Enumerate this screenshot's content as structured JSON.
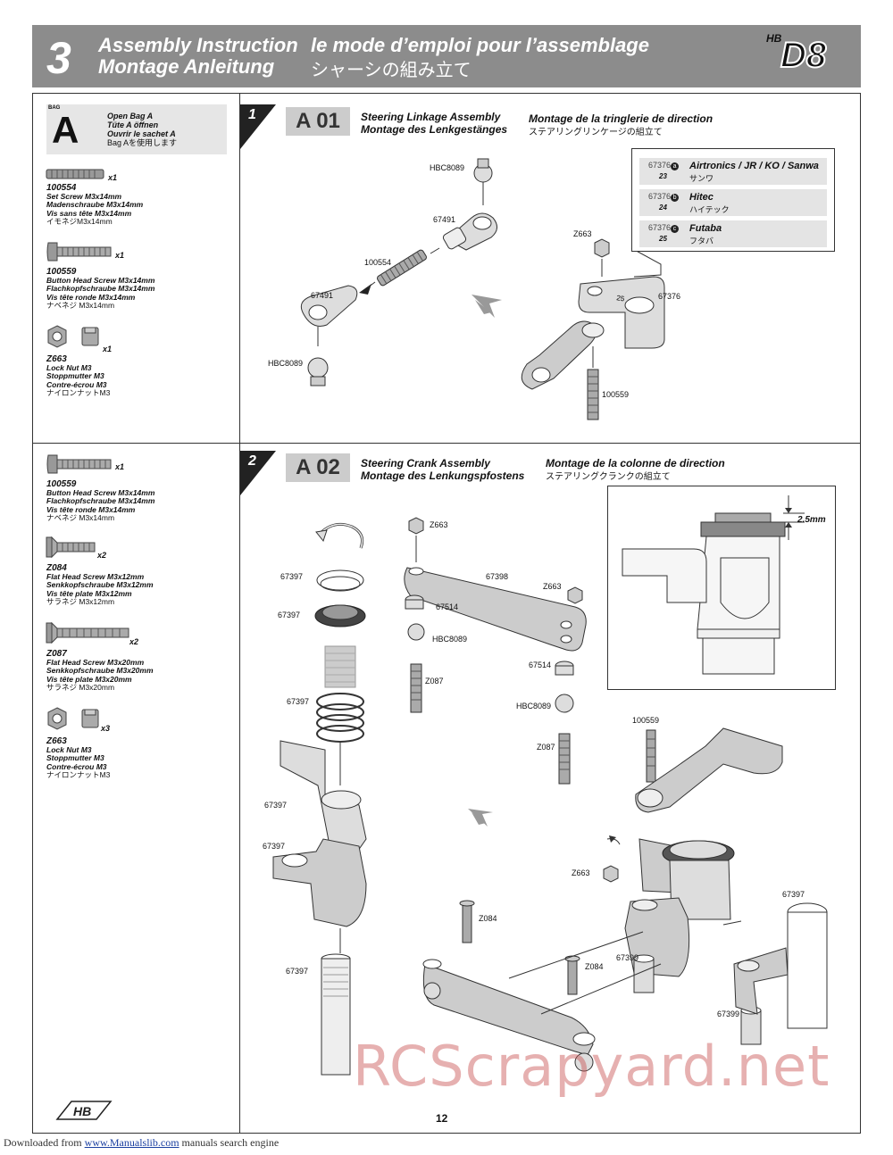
{
  "header": {
    "step": "3",
    "title_en": "Assembly Instruction",
    "title_de": "Montage Anleitung",
    "title_fr": "le mode d’emploi pour l’assemblage",
    "title_jp": "シャーシの組み立て",
    "logo": "D8",
    "logo_prefix": "HB"
  },
  "bag": {
    "small": "BAG",
    "letter": "A",
    "line1": "Open Bag A",
    "line2": "Tüte A öffnen",
    "line3": "Ouvrir le sachet A",
    "line4": "Bag Aを使用します"
  },
  "parts_a": [
    {
      "code": "100554",
      "qty": "x1",
      "n1": "Set Screw M3x14mm",
      "n2": "Madenschraube M3x14mm",
      "n3": "Vis sans tête M3x14mm",
      "jp": "イモネジM3x14mm"
    },
    {
      "code": "100559",
      "qty": "x1",
      "n1": "Button Head Screw M3x14mm",
      "n2": "Flachkopfschraube M3x14mm",
      "n3": "Vis tête ronde M3x14mm",
      "jp": "ナベネジ M3x14mm"
    },
    {
      "code": "Z663",
      "qty": "x1",
      "n1": "Lock Nut M3",
      "n2": "Stoppmutter M3",
      "n3": "Contre-écrou M3",
      "jp": "ナイロンナットM3"
    }
  ],
  "parts_b": [
    {
      "code": "100559",
      "qty": "x1",
      "n1": "Button Head Screw M3x14mm",
      "n2": "Flachkopfschraube M3x14mm",
      "n3": "Vis tête ronde M3x14mm",
      "jp": "ナベネジ M3x14mm"
    },
    {
      "code": "Z084",
      "qty": "x2",
      "n1": "Flat Head Screw M3x12mm",
      "n2": "Senkkopfschraube M3x12mm",
      "n3": "Vis tête plate M3x12mm",
      "jp": "サラネジ M3x12mm"
    },
    {
      "code": "Z087",
      "qty": "x2",
      "n1": "Flat Head Screw M3x20mm",
      "n2": "Senkkopfschraube M3x20mm",
      "n3": "Vis tête plate M3x20mm",
      "jp": "サラネジ M3x20mm"
    },
    {
      "code": "Z663",
      "qty": "x3",
      "n1": "Lock Nut M3",
      "n2": "Stoppmutter M3",
      "n3": "Contre-écrou M3",
      "jp": "ナイロンナットM3"
    }
  ],
  "step1": {
    "num": "1",
    "code": "A 01",
    "t_en": "Steering Linkage Assembly",
    "t_de": "Montage des Lenkgestänges",
    "t_fr": "Montage de la tringlerie de direction",
    "t_jp": "ステアリングリンケージの組立て",
    "labels": {
      "hbc_top": "HBC8089",
      "rod_top": "67491",
      "setscrew": "100554",
      "rod_bot": "67491",
      "hbc_bot": "HBC8089",
      "nut": "Z663",
      "saver": "67376",
      "screw": "100559"
    },
    "radio": [
      {
        "part": "67376",
        "letter": "a",
        "num": "23",
        "brand": "Airtronics / JR / KO / Sanwa",
        "jp": "サンワ"
      },
      {
        "part": "67376",
        "letter": "b",
        "num": "24",
        "brand": "Hitec",
        "jp": "ハイテック"
      },
      {
        "part": "67376",
        "letter": "c",
        "num": "25",
        "brand": "Futaba",
        "jp": "フタバ"
      }
    ]
  },
  "step2": {
    "num": "2",
    "code": "A 02",
    "t_en": "Steering Crank Assembly",
    "t_de": "Montage des Lenkungspfostens",
    "t_fr": "Montage de la colonne de direction",
    "t_jp": "ステアリングクランクの組立て",
    "dimension": "2.5mm",
    "labels": {
      "l_d": "67397",
      "l_b": "67397",
      "l_c": "67397",
      "l_e": "67397",
      "l_f": "67397",
      "l_a": "67397",
      "nut1": "Z663",
      "arm": "67398",
      "nut2": "Z663",
      "spacer1": "67514",
      "ball1": "HBC8089",
      "screw1": "Z087",
      "spacer2": "67514",
      "ball2": "HBC8089",
      "screw2": "Z087",
      "s100559": "100559",
      "nut3": "Z663",
      "z084a": "Z084",
      "z084b": "Z084",
      "b67399a": "67399",
      "b67399b": "67399",
      "p67397": "67397"
    }
  },
  "watermark": "RCScrapyard.net",
  "page_number": "12",
  "footer": {
    "prefix": "Downloaded from ",
    "link": "www.Manualslib.com",
    "suffix": " manuals search engine"
  }
}
